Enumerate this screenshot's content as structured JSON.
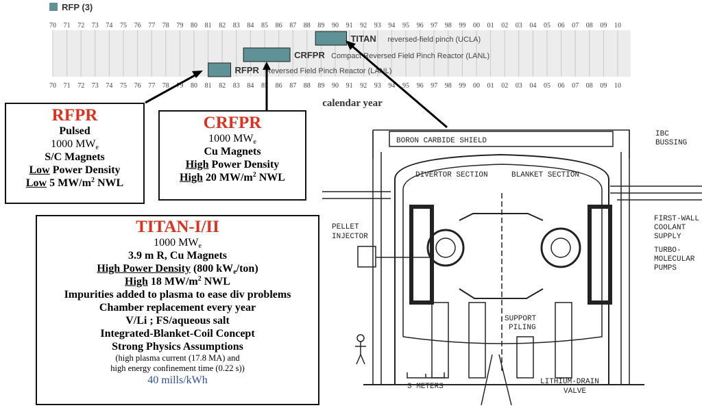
{
  "legend": {
    "label": "RFP (3)",
    "color": "#5f9296"
  },
  "timeline": {
    "years": [
      "70",
      "71",
      "72",
      "73",
      "74",
      "75",
      "76",
      "77",
      "78",
      "79",
      "80",
      "81",
      "82",
      "83",
      "84",
      "85",
      "86",
      "87",
      "88",
      "89",
      "90",
      "91",
      "92",
      "93",
      "94",
      "95",
      "96",
      "97",
      "98",
      "99",
      "00",
      "01",
      "02",
      "03",
      "04",
      "05",
      "06",
      "07",
      "08",
      "09",
      "10"
    ],
    "caption": "calendar year",
    "bars": [
      {
        "name": "RFPR",
        "start": 81,
        "end": 82.6,
        "label": "RFPR",
        "desc": "Reversed Field Pinch Reactor (LANL)"
      },
      {
        "name": "CRFPR",
        "start": 83.5,
        "end": 86.8,
        "label": "CRFPR",
        "desc": "Compact Reversed Field Pinch Reactor (LANL)"
      },
      {
        "name": "TITAN",
        "start": 88.6,
        "end": 90.8,
        "label": "TITAN",
        "desc": "reversed-field pinch (UCLA)"
      }
    ]
  },
  "rfpr_box": {
    "title": "RFPR",
    "line1": "Pulsed",
    "power": "1000 MW",
    "power_sub": "e",
    "magnets": "S/C Magnets",
    "density_u": "Low",
    "density_rest": " Power Density",
    "nwl_u": "Low",
    "nwl_rest": " 5 MW/m",
    "nwl_sup": "2",
    "nwl_unit": " NWL"
  },
  "crfpr_box": {
    "title": "CRFPR",
    "power": "1000 MW",
    "power_sub": "e",
    "magnets": "Cu Magnets",
    "density_u": "High",
    "density_rest": " Power Density",
    "nwl_u": "High",
    "nwl_rest": " 20 MW/m",
    "nwl_sup": "2",
    "nwl_unit": " NWL"
  },
  "titan_box": {
    "title": "TITAN-I/II",
    "power": "1000 MW",
    "power_sub": "e",
    "radius": "3.9 m R, Cu Magnets",
    "density_u": "High Power Density",
    "density_rest": " (800 kW",
    "density_sub": "e",
    "density_end": "/ton)",
    "nwl_u": "High",
    "nwl_rest": " 18 MW/m",
    "nwl_sup": "2",
    "nwl_unit": " NWL",
    "l1": "Impurities added to plasma to ease div problems",
    "l2": "Chamber replacement every year",
    "l3": "V/Li ; FS/aqueous salt",
    "l4": "Integrated-Blanket-Coil Concept",
    "l5": "Strong Physics Assumptions",
    "l6": "(high plasma current (17.8 MA) and",
    "l7": "high energy confinement time (0.22 s))",
    "cost": "40 mills/kWh"
  },
  "diagram": {
    "shield": "BORON CARBIDE SHIELD",
    "ibc": "IBC",
    "bussing": "BUSSING",
    "divertor": "DIVERTOR SECTION",
    "blanket": "BLANKET SECTION",
    "pellet1": "PELLET",
    "pellet2": "INJECTOR",
    "fw1": "FIRST-WALL",
    "fw2": "COOLANT",
    "fw3": "SUPPLY",
    "tm1": "TURBO-",
    "tm2": "MOLECULAR",
    "tm3": "PUMPS",
    "support1": "SUPPORT",
    "support2": "PILING",
    "meters": "3 METERS",
    "drain1": "LITHIUM-DRAIN",
    "drain2": "VALVE"
  }
}
